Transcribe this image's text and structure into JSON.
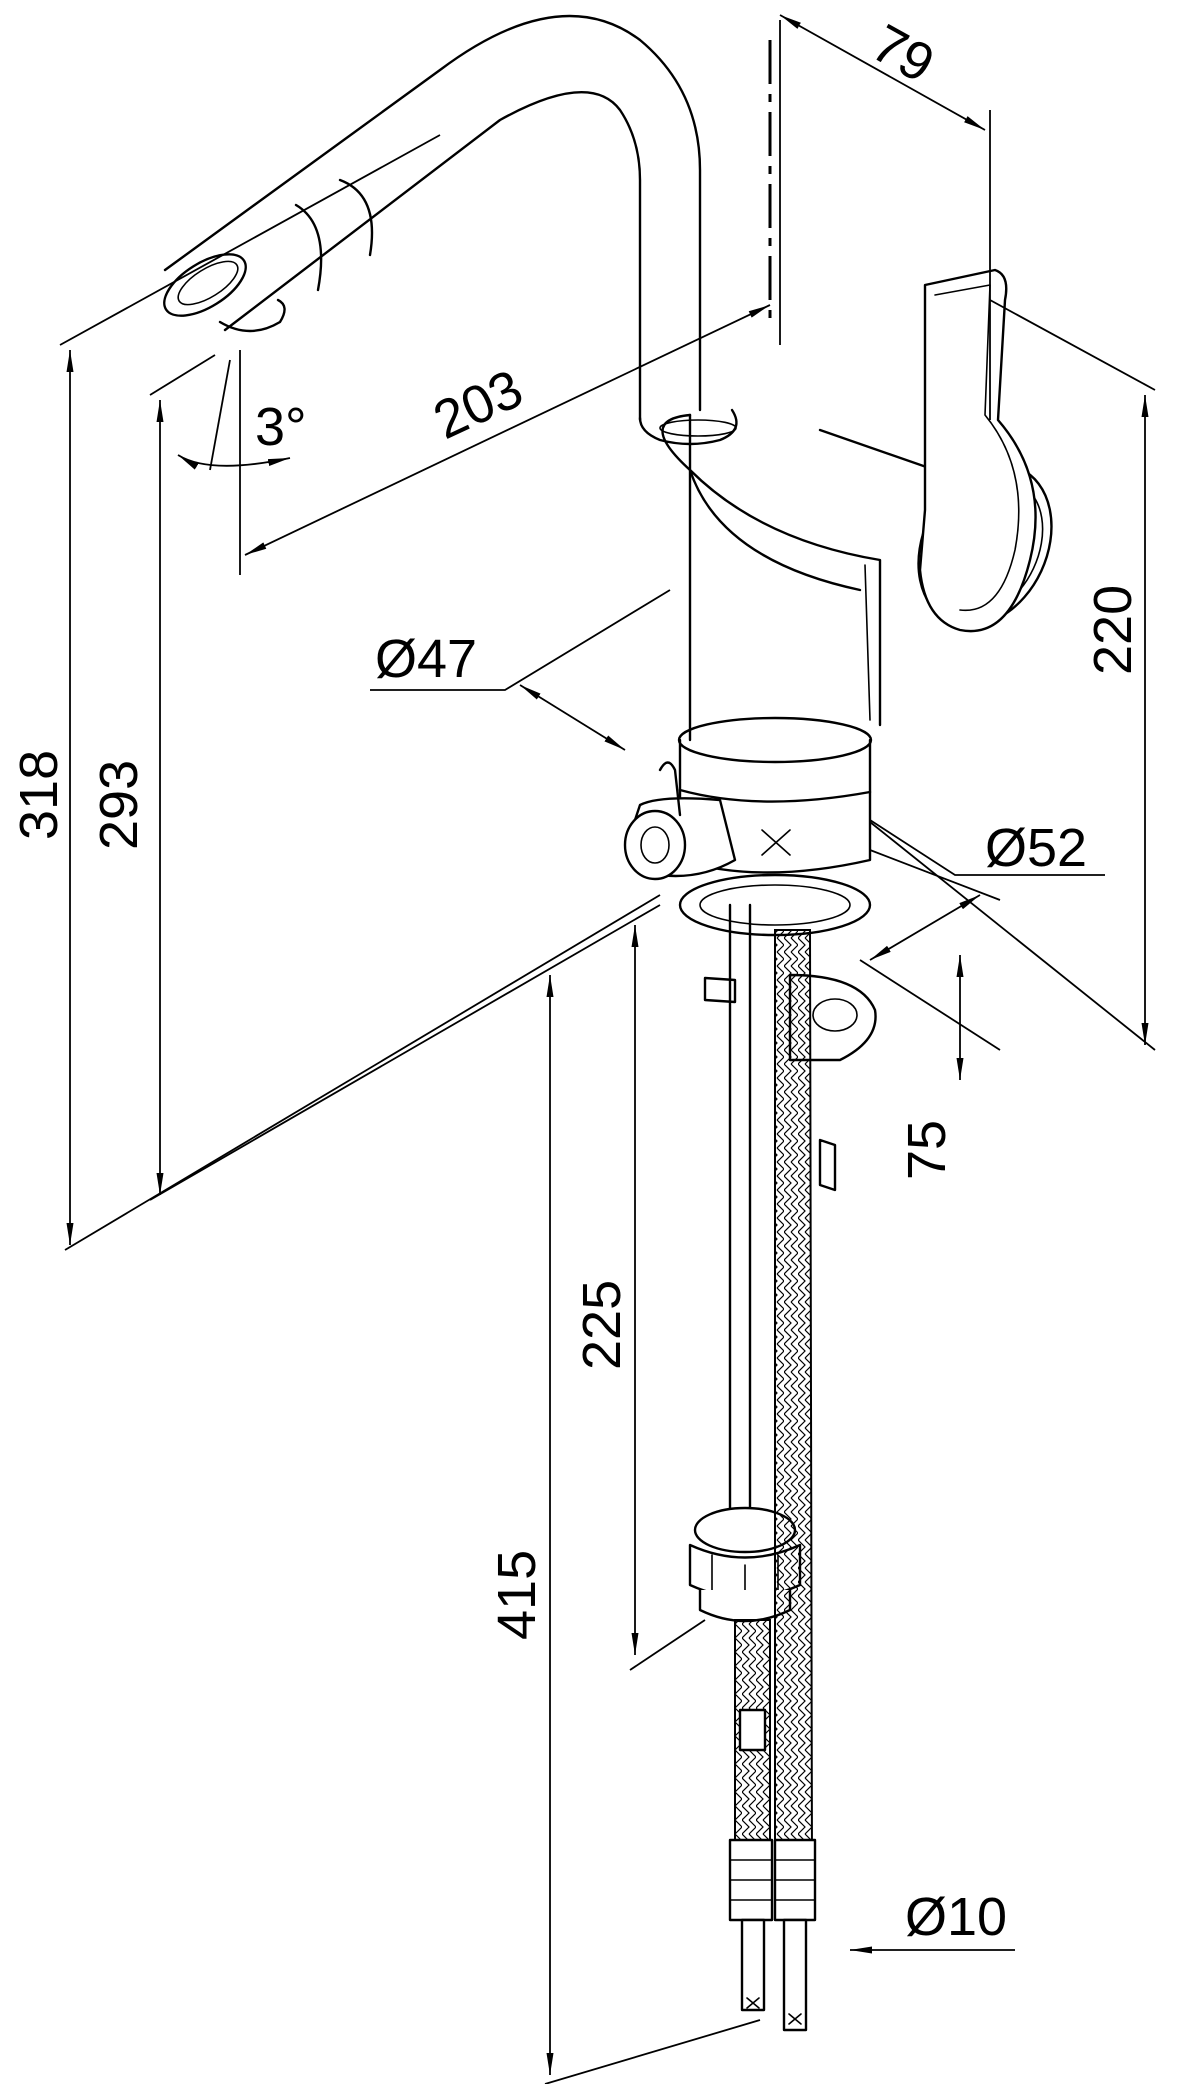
{
  "dimensions": {
    "spout_angle": "3°",
    "spout_reach": "203",
    "handle_offset": "79",
    "overall_height": "318",
    "spout_outlet_height": "293",
    "lever_height": "220",
    "body_diameter": "Ø47",
    "base_diameter": "Ø52",
    "max_deck_thickness": "75",
    "threaded_shank_length": "225",
    "hose_length": "415",
    "hose_connection_diameter": "Ø10"
  },
  "colors": {
    "line": "#000000",
    "background": "#ffffff"
  }
}
